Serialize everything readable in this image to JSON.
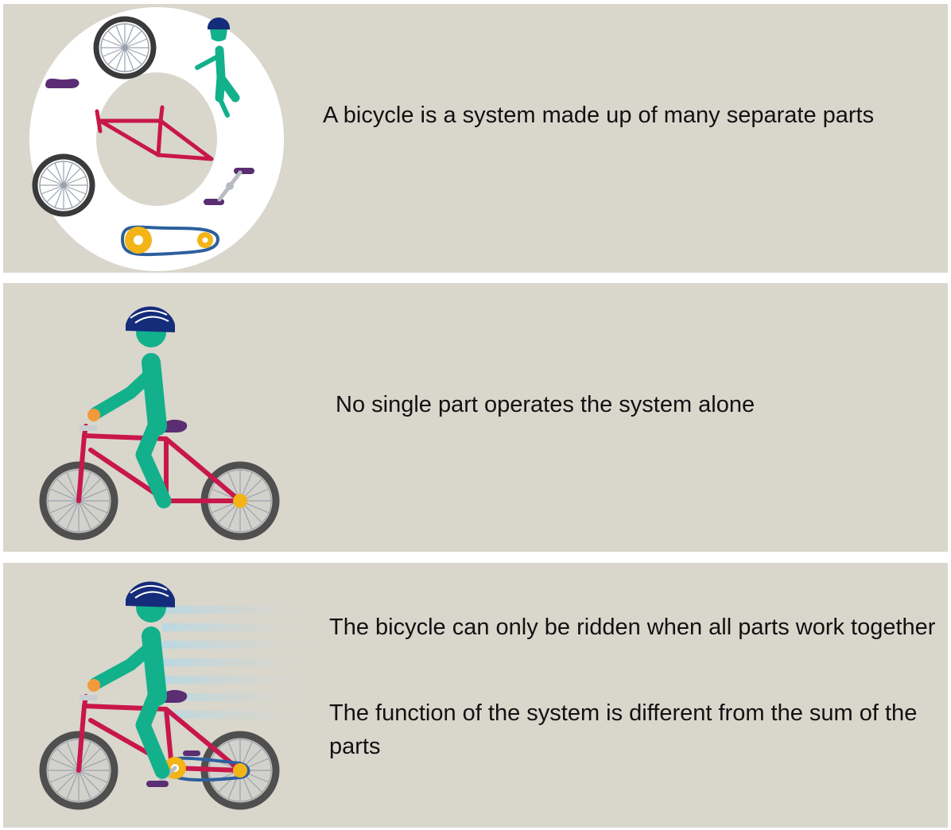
{
  "panels": [
    {
      "caption": "A bicycle is a system made up of many separate parts"
    },
    {
      "caption": "No single part operates the system alone"
    },
    {
      "captions": [
        "The bicycle can only be ridden when all parts work together",
        "The function of the system is different from the sum of the parts"
      ]
    }
  ],
  "colors": {
    "panel_background": "#d9d6cc",
    "frame": "#c8174a",
    "rider": "#13b08c",
    "helmet": "#152c7a",
    "seat_pedal": "#5b2d72",
    "wheel": "#555555",
    "sprocket": "#f2b416",
    "chain": "#2d5f9e",
    "hand": "#f29a3b"
  }
}
